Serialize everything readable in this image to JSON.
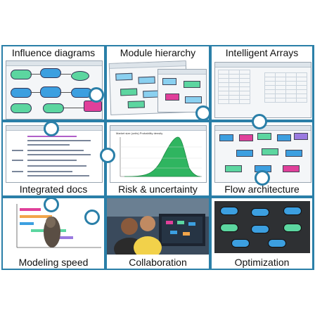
{
  "tiles": [
    {
      "label": "Influence diagrams"
    },
    {
      "label": "Module hierarchy"
    },
    {
      "label": "Intelligent Arrays"
    },
    {
      "label": "Integrated docs"
    },
    {
      "label": "Risk & uncertainty"
    },
    {
      "label": "Flow architecture"
    },
    {
      "label": "Modeling speed"
    },
    {
      "label": "Collaboration"
    },
    {
      "label": "Optimization"
    }
  ],
  "colors": {
    "frame": "#2a7fa8",
    "node_blue": "#3c9fe0",
    "node_green": "#5cd6a0",
    "node_magenta": "#e0409a",
    "node_purple": "#9a7ae0",
    "curve_green": "#2fb560",
    "dark_bg": "#2e3033"
  },
  "risk_chart": {
    "title": "Market size (units) Probability density"
  }
}
